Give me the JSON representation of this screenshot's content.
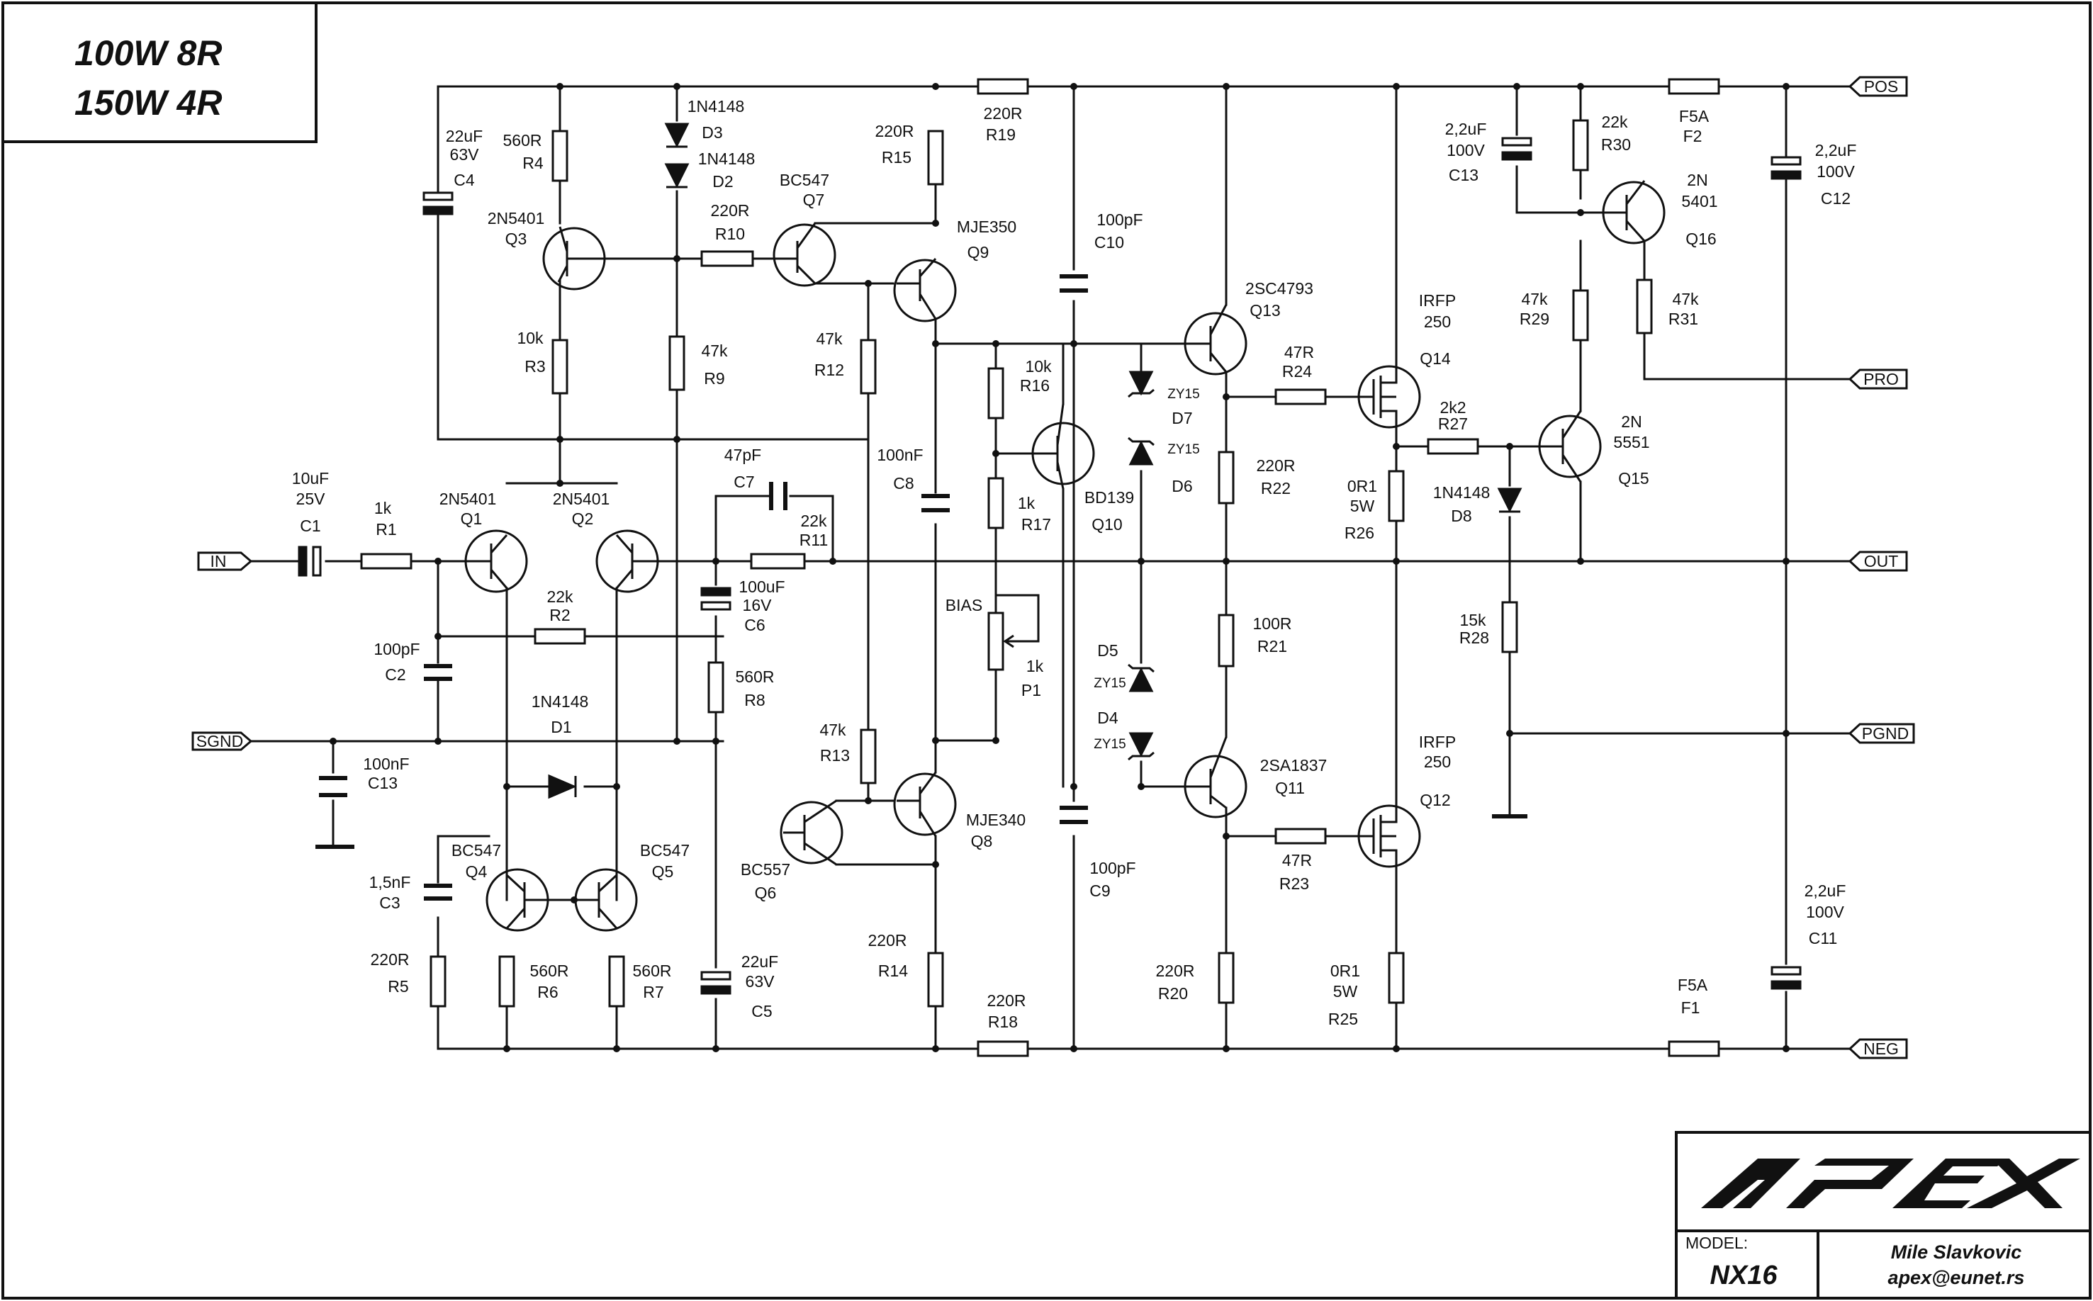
{
  "title_box": {
    "line1": "100W 8R",
    "line2": "150W 4R"
  },
  "terminals": {
    "in": "IN",
    "sgnd": "SGND",
    "pos": "POS",
    "pro": "PRO",
    "out": "OUT",
    "pgnd": "PGND",
    "neg": "NEG"
  },
  "components": {
    "C1": {
      "value": "10uF",
      "rating": "25V",
      "ref": "C1"
    },
    "R1": {
      "value": "1k",
      "ref": "R1"
    },
    "C2": {
      "value": "100pF",
      "ref": "C2"
    },
    "C13": {
      "value": "100nF",
      "ref": "C13"
    },
    "Q1": {
      "part": "2N5401",
      "ref": "Q1"
    },
    "Q2": {
      "part": "2N5401",
      "ref": "Q2"
    },
    "R2": {
      "value": "22k",
      "ref": "R2"
    },
    "D1": {
      "part": "1N4148",
      "ref": "D1"
    },
    "C3": {
      "value": "1,5nF",
      "ref": "C3"
    },
    "R5": {
      "value": "220R",
      "ref": "R5"
    },
    "Q4": {
      "part": "BC547",
      "ref": "Q4"
    },
    "Q5": {
      "part": "BC547",
      "ref": "Q5"
    },
    "R6": {
      "value": "560R",
      "ref": "R6"
    },
    "R7": {
      "value": "560R",
      "ref": "R7"
    },
    "C4": {
      "value": "22uF",
      "rating": "63V",
      "ref": "C4"
    },
    "R4": {
      "value": "560R",
      "ref": "R4"
    },
    "Q3": {
      "part": "2N5401",
      "ref": "Q3"
    },
    "R3": {
      "value": "10k",
      "ref": "R3"
    },
    "D3": {
      "part": "1N4148",
      "ref": "D3"
    },
    "D2": {
      "part": "1N4148",
      "ref": "D2"
    },
    "R9": {
      "value": "47k",
      "ref": "R9"
    },
    "R10": {
      "value": "220R",
      "ref": "R10"
    },
    "Q7": {
      "part": "BC547",
      "ref": "Q7"
    },
    "R12": {
      "value": "47k",
      "ref": "R12"
    },
    "C7": {
      "value": "47pF",
      "ref": "C7"
    },
    "R11": {
      "value": "22k",
      "ref": "R11"
    },
    "C6": {
      "value": "100uF",
      "rating": "16V",
      "ref": "C6"
    },
    "R8": {
      "value": "560R",
      "ref": "R8"
    },
    "C5": {
      "value": "22uF",
      "rating": "63V",
      "ref": "C5"
    },
    "R13": {
      "value": "47k",
      "ref": "R13"
    },
    "Q6": {
      "part": "BC557",
      "ref": "Q6"
    },
    "R15": {
      "value": "220R",
      "ref": "R15"
    },
    "R19": {
      "value": "220R",
      "ref": "R19"
    },
    "Q9": {
      "part": "MJE350",
      "ref": "Q9"
    },
    "C8": {
      "value": "100nF",
      "ref": "C8"
    },
    "Q8": {
      "part": "MJE340",
      "ref": "Q8"
    },
    "R14": {
      "value": "220R",
      "ref": "R14"
    },
    "R18": {
      "value": "220R",
      "ref": "R18"
    },
    "C10": {
      "value": "100pF",
      "ref": "C10"
    },
    "C9": {
      "value": "100pF",
      "ref": "C9"
    },
    "R16": {
      "value": "10k",
      "ref": "R16"
    },
    "R17": {
      "value": "1k",
      "ref": "R17"
    },
    "Q10": {
      "part": "BD139",
      "ref": "Q10"
    },
    "P1": {
      "name": "BIAS",
      "value": "1k",
      "ref": "P1"
    },
    "D7": {
      "part": "ZY15",
      "ref": "D7"
    },
    "D6": {
      "part": "ZY15",
      "ref": "D6"
    },
    "D5": {
      "part": "ZY15",
      "ref": "D5"
    },
    "D4": {
      "part": "ZY15",
      "ref": "D4"
    },
    "Q13": {
      "part": "2SC4793",
      "ref": "Q13"
    },
    "Q11": {
      "part": "2SA1837",
      "ref": "Q11"
    },
    "R22": {
      "value": "220R",
      "ref": "R22"
    },
    "R21": {
      "value": "100R",
      "ref": "R21"
    },
    "R20": {
      "value": "220R",
      "ref": "R20"
    },
    "R24": {
      "value": "47R",
      "ref": "R24"
    },
    "R23": {
      "value": "47R",
      "ref": "R23"
    },
    "Q14": {
      "part": "IRFP",
      "part2": "250",
      "ref": "Q14"
    },
    "Q12": {
      "part": "IRFP",
      "part2": "250",
      "ref": "Q12"
    },
    "R26": {
      "value": "0R1",
      "rating": "5W",
      "ref": "R26"
    },
    "R25": {
      "value": "0R1",
      "rating": "5W",
      "ref": "R25"
    },
    "R27": {
      "value": "2k2",
      "ref": "R27"
    },
    "D8": {
      "part": "1N4148",
      "ref": "D8"
    },
    "R28": {
      "value": "15k",
      "ref": "R28"
    },
    "Q15": {
      "part": "2N",
      "part2": "5551",
      "ref": "Q15"
    },
    "C13b": {
      "value": "2,2uF",
      "rating": "100V",
      "ref": "C13"
    },
    "R30": {
      "value": "22k",
      "ref": "R30"
    },
    "Q16": {
      "part": "2N",
      "part2": "5401",
      "ref": "Q16"
    },
    "R29": {
      "value": "47k",
      "ref": "R29"
    },
    "R31": {
      "value": "47k",
      "ref": "R31"
    },
    "F2": {
      "value": "F5A",
      "ref": "F2"
    },
    "F1": {
      "value": "F5A",
      "ref": "F1"
    },
    "C12": {
      "value": "2,2uF",
      "rating": "100V",
      "ref": "C12"
    },
    "C11": {
      "value": "2,2uF",
      "rating": "100V",
      "ref": "C11"
    }
  },
  "title_block": {
    "logo": "APEX",
    "model_label": "MODEL:",
    "model": "NX16",
    "author": "Mile Slavkovic",
    "email": "apex@eunet.rs"
  }
}
